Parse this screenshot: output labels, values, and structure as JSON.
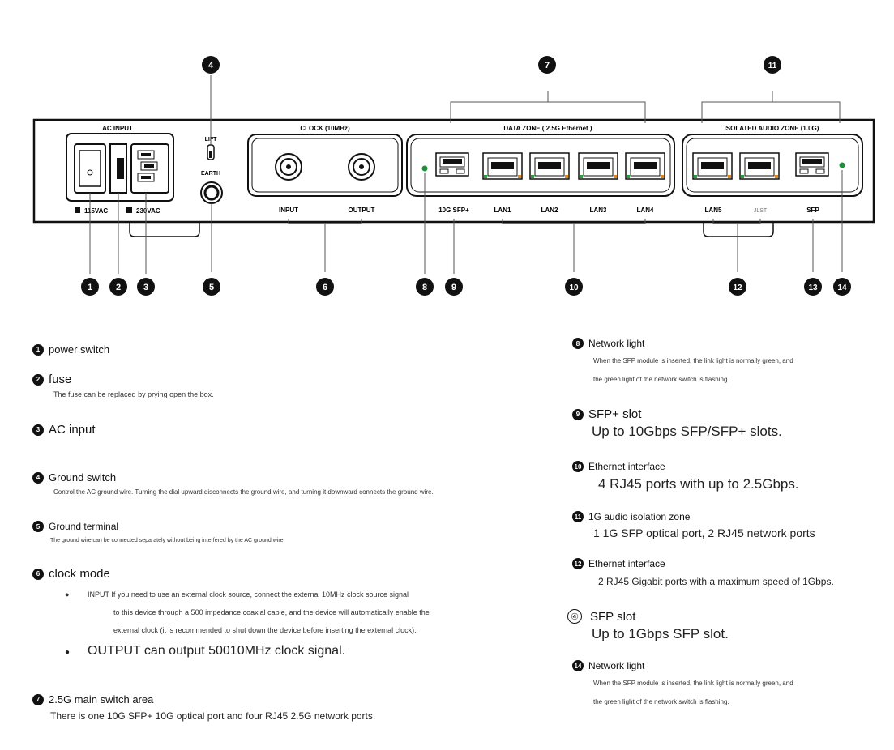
{
  "panel": {
    "ac_input_label": "AC INPUT",
    "volt_115": "115VAC",
    "volt_230": "230VAC",
    "lift_label": "LIFT",
    "earth_label": "EARTH",
    "clock_label": "CLOCK (10MHz)",
    "clock_input": "INPUT",
    "clock_output": "OUTPUT",
    "data_zone_label": "DATA ZONE ( 2.5G Ethernet )",
    "sfp_plus_label": "10G SFP+",
    "lan1": "LAN1",
    "lan2": "LAN2",
    "lan3": "LAN3",
    "lan4": "LAN4",
    "iso_zone_label": "ISOLATED  AUDIO ZONE (1.0G)",
    "lan5": "LAN5",
    "lan6": "JLST",
    "sfp_label": "SFP"
  },
  "callouts": [
    "1",
    "2",
    "3",
    "4",
    "5",
    "6",
    "7",
    "8",
    "9",
    "10",
    "11",
    "12",
    "13",
    "14"
  ],
  "legend_left": {
    "item1": {
      "num": "1",
      "title": "power switch"
    },
    "item2": {
      "num": "2",
      "title": "fuse",
      "desc": "The fuse can be replaced by prying open the box."
    },
    "item3": {
      "num": "3",
      "title": "AC input"
    },
    "item4": {
      "num": "4",
      "title": "Ground switch",
      "desc": "Control the AC ground wire. Turning the dial upward disconnects the ground wire, and turning it downward connects the ground wire."
    },
    "item5": {
      "num": "5",
      "title": "Ground terminal",
      "desc": "The ground wire can be connected separately without being interfered by the AC ground wire."
    },
    "item6": {
      "num": "6",
      "title": "clock mode",
      "bullet1_line1": "INPUT If you need to use an external clock source, connect the external 10MHz clock source signal",
      "bullet1_line2": "to this device through a 500 impedance coaxial cable, and the device will automatically enable the",
      "bullet1_line3": "external clock (it is recommended to shut down the device before inserting the external clock).",
      "bullet2": "OUTPUT can output 50010MHz clock signal."
    },
    "item7": {
      "num": "7",
      "title": "2.5G main switch area",
      "desc": "There is one 10G SFP+ 10G optical port and four RJ45 2.5G network ports."
    }
  },
  "legend_right": {
    "item8": {
      "num": "8",
      "title": "Network light",
      "desc1": "When the SFP module is inserted, the link light is normally green, and",
      "desc2": "the green light of the network switch is flashing."
    },
    "item9": {
      "num": "9",
      "title": "SFP+ slot",
      "desc": "Up to 10Gbps SFP/SFP+ slots."
    },
    "item10": {
      "num": "10",
      "title": "Ethernet interface",
      "desc": "4 RJ45 ports with up to 2.5Gbps."
    },
    "item11": {
      "num": "11",
      "title": "1G audio isolation zone",
      "desc": "1 1G SFP optical port, 2 RJ45 network ports"
    },
    "item12": {
      "num": "12",
      "title": "Ethernet interface",
      "desc": "2 RJ45 Gigabit ports with a maximum speed of 1Gbps."
    },
    "item13": {
      "num": "④",
      "title": "SFP slot",
      "desc": "Up to 1Gbps SFP slot."
    },
    "item14": {
      "num": "14",
      "title": "Network light",
      "desc1": "When the SFP module is inserted, the link light is normally green, and",
      "desc2": "the green light of the network switch is flashing."
    }
  },
  "colors": {
    "led_green": "#1f8f3a",
    "port_green": "#2e9b3a",
    "port_orange": "#d98a1f",
    "ink": "#111111"
  }
}
